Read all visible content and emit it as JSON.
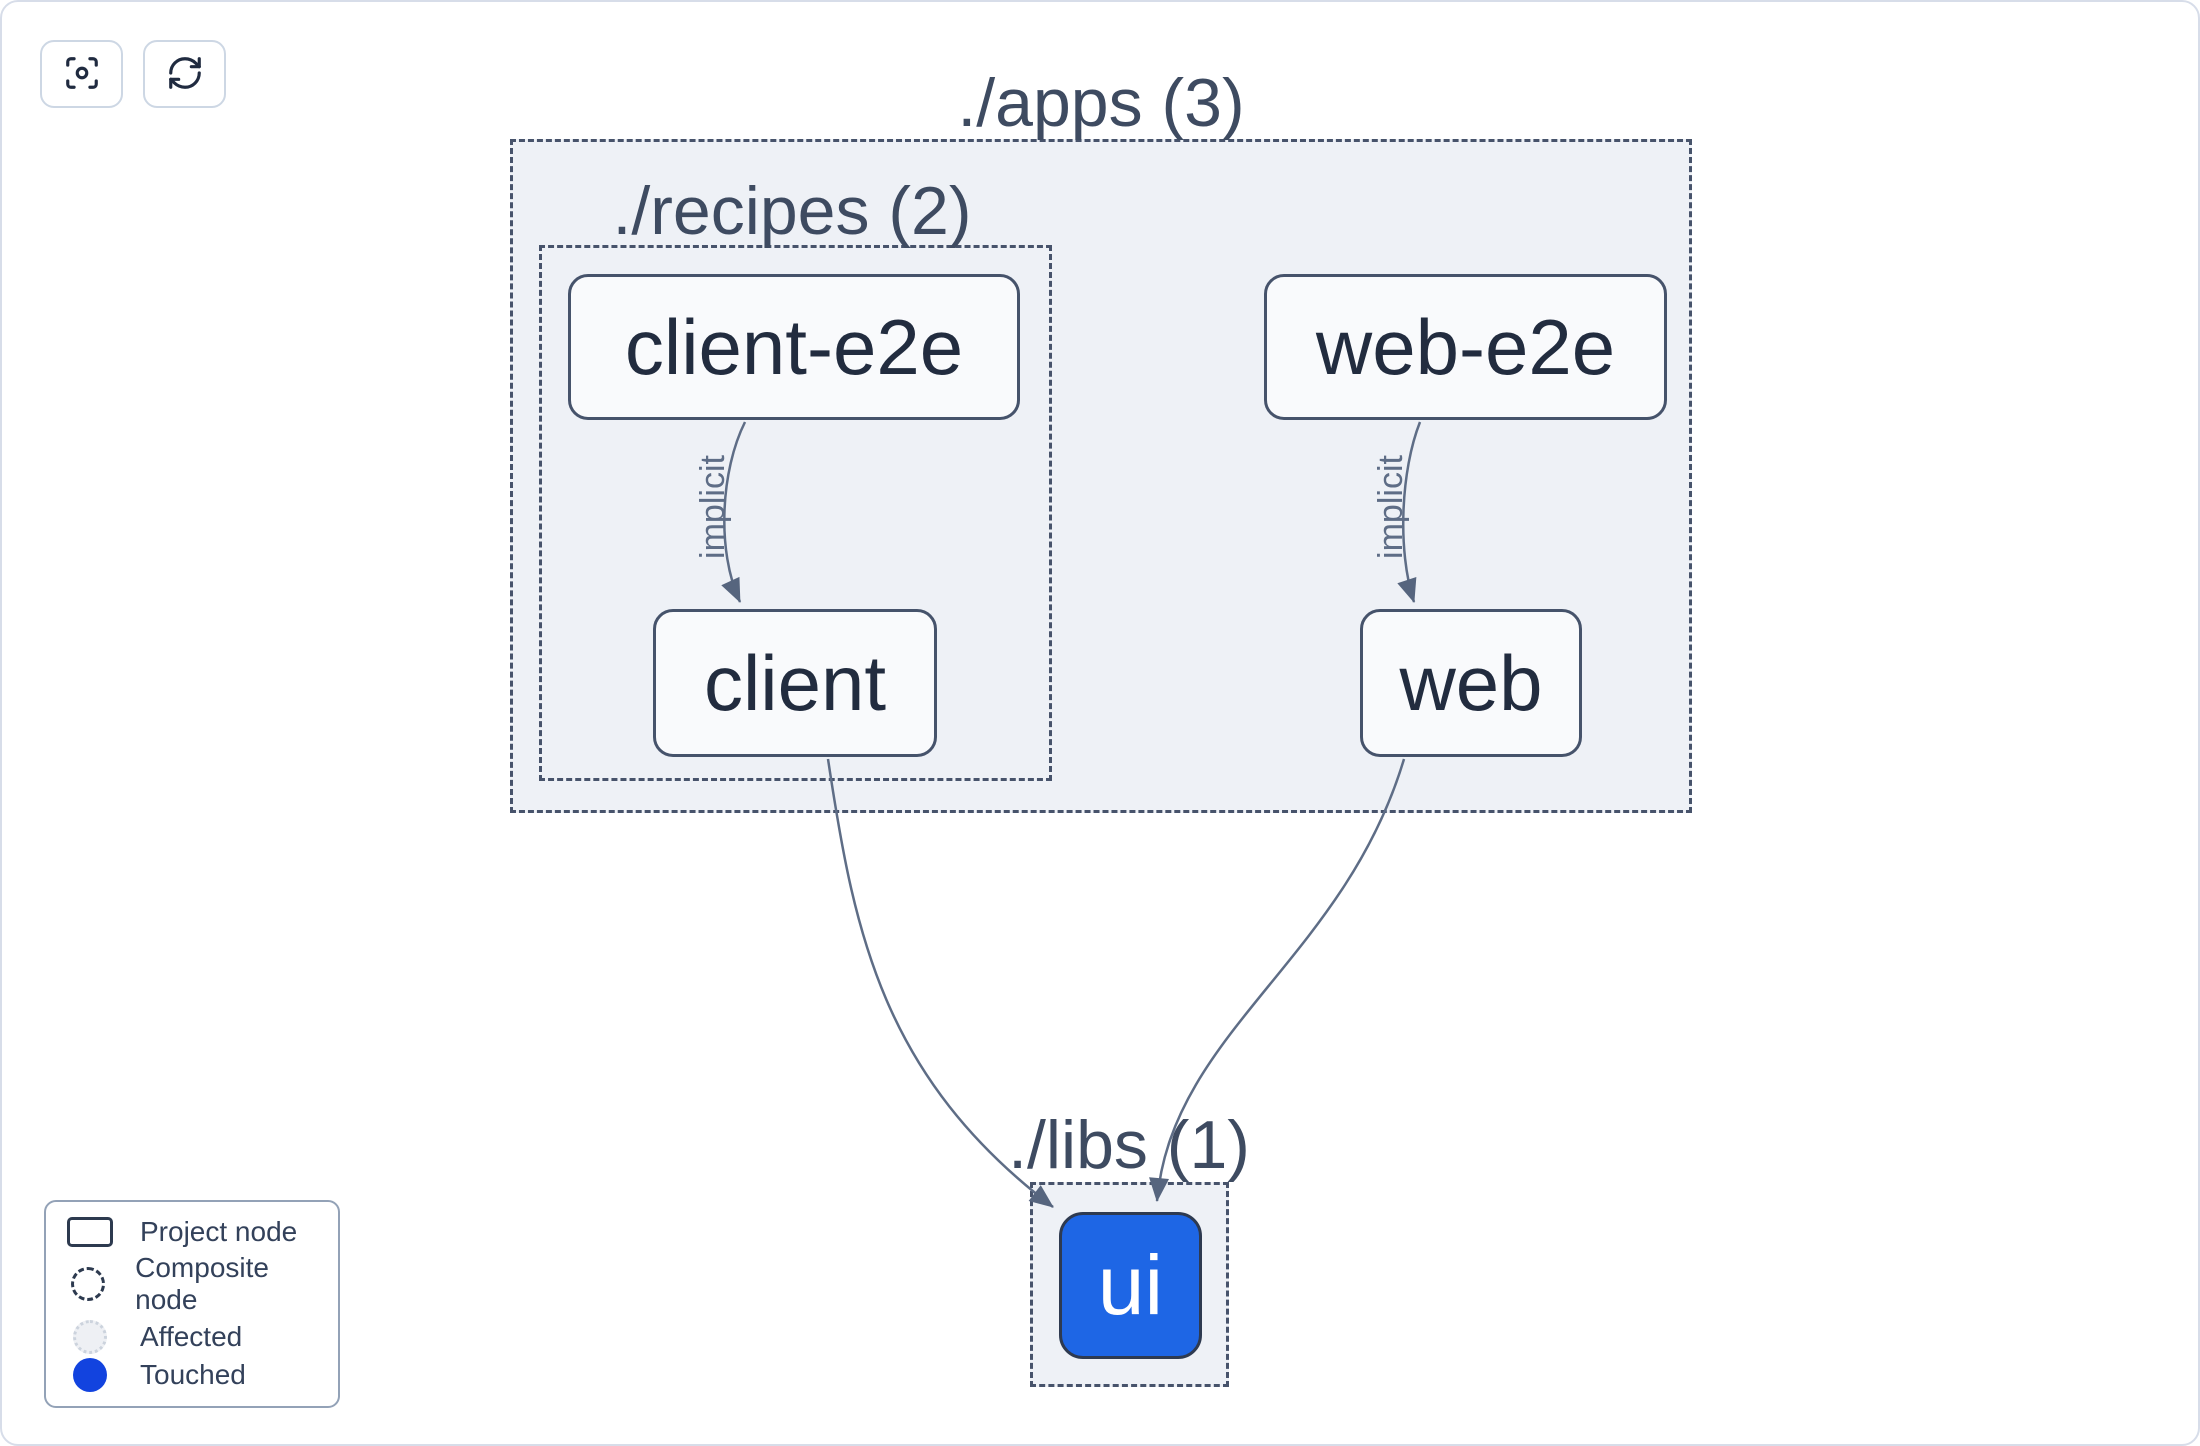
{
  "graph": {
    "clusters": [
      {
        "id": "apps",
        "title": "./apps (3)"
      },
      {
        "id": "recipes",
        "title": "./recipes (2)"
      },
      {
        "id": "libs",
        "title": "./libs (1)"
      }
    ],
    "nodes": [
      {
        "id": "client-e2e",
        "label": "client-e2e",
        "state": "normal"
      },
      {
        "id": "web-e2e",
        "label": "web-e2e",
        "state": "normal"
      },
      {
        "id": "client",
        "label": "client",
        "state": "normal"
      },
      {
        "id": "web",
        "label": "web",
        "state": "normal"
      },
      {
        "id": "ui",
        "label": "ui",
        "state": "touched"
      }
    ],
    "edges": [
      {
        "from": "client-e2e",
        "to": "client",
        "label": "implicit"
      },
      {
        "from": "web-e2e",
        "to": "web",
        "label": "implicit"
      },
      {
        "from": "client",
        "to": "ui",
        "label": ""
      },
      {
        "from": "web",
        "to": "ui",
        "label": ""
      }
    ]
  },
  "toolbar": {
    "buttons": [
      {
        "icon": "focus-icon"
      },
      {
        "icon": "refresh-icon"
      }
    ]
  },
  "legend": {
    "items": [
      {
        "icon": "project-node-icon",
        "label": "Project node"
      },
      {
        "icon": "composite-node-icon",
        "label": "Composite node"
      },
      {
        "icon": "affected-icon",
        "label": "Affected"
      },
      {
        "icon": "touched-icon",
        "label": "Touched"
      }
    ]
  },
  "colors": {
    "touched_node_fill": "#1e66e5",
    "legend_touched_dot": "#1243df",
    "cluster_fill": "#eef1f6",
    "cluster_border": "#47536b",
    "node_fill": "#f9fafc",
    "node_border": "#46536b",
    "node_text": "#222c3f",
    "cluster_title_text": "#3e4b61",
    "edge": "#5e6d86",
    "canvas_border": "#d7dde9"
  }
}
